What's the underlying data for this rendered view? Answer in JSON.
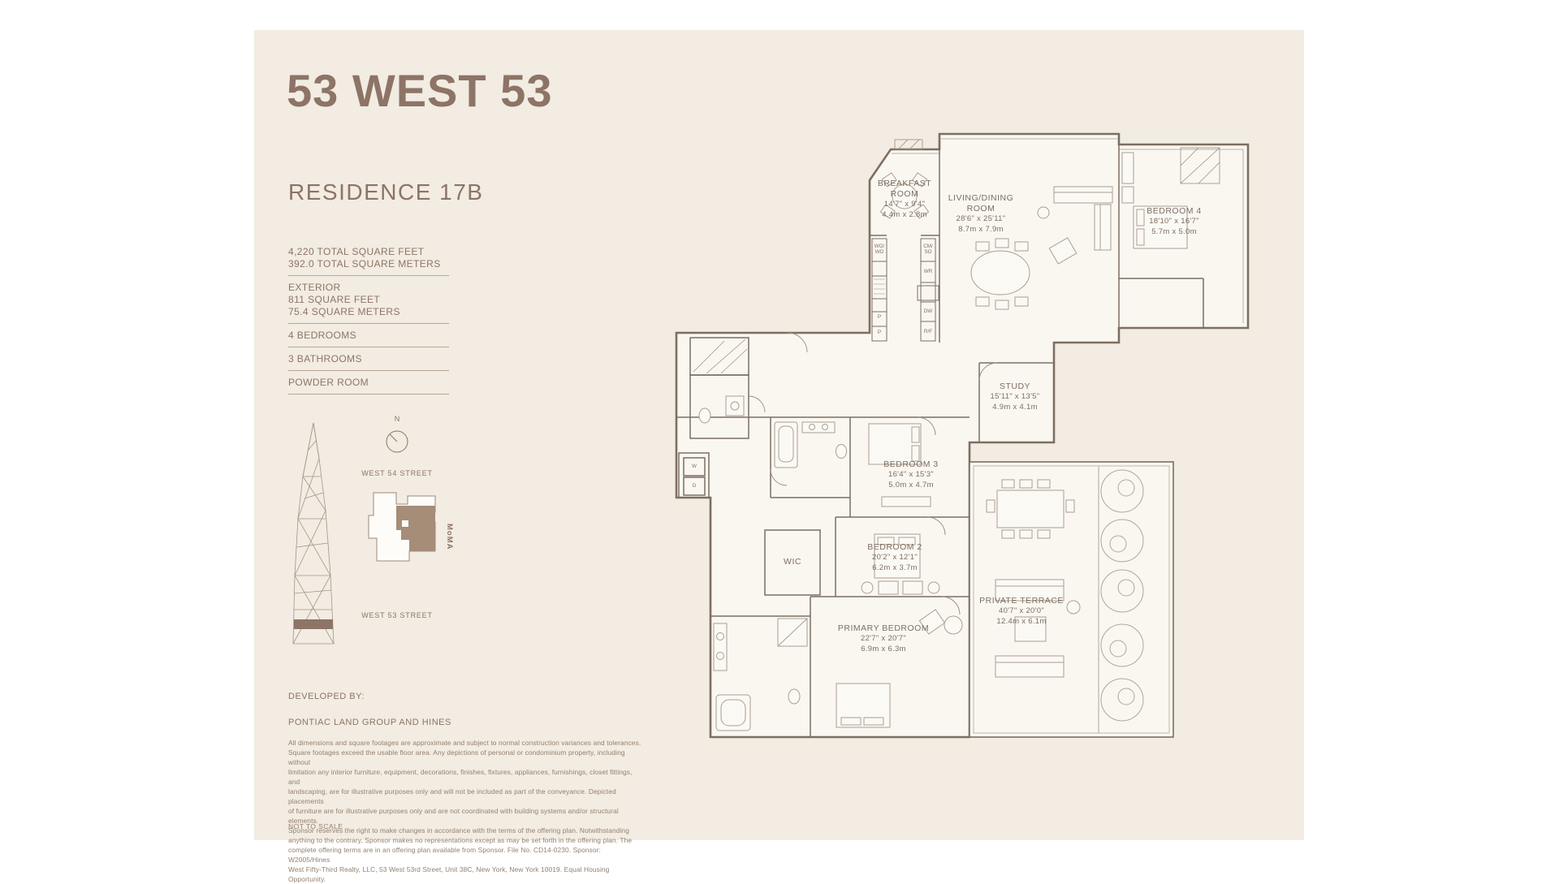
{
  "colors": {
    "page_bg": "#ffffff",
    "sheet_bg": "#f2ece2",
    "brand_brown": "#8d7466",
    "wall_color": "#7d6e61",
    "furniture_color": "#ab9e90",
    "map_unit_fill": "#a58d78"
  },
  "header": {
    "building": "53 WEST 53",
    "residence": "RESIDENCE 17B"
  },
  "stats": {
    "groups": [
      {
        "lines": [
          "4,220 TOTAL SQUARE FEET",
          "392.0 TOTAL SQUARE METERS"
        ]
      },
      {
        "lines": [
          "EXTERIOR",
          "811 SQUARE FEET",
          "75.4 SQUARE METERS"
        ]
      },
      {
        "lines": [
          "4 BEDROOMS"
        ]
      },
      {
        "lines": [
          "3 BATHROOMS"
        ]
      },
      {
        "lines": [
          "POWDER ROOM"
        ]
      }
    ]
  },
  "locator": {
    "compass": "N",
    "street_top": "WEST 54 STREET",
    "street_bottom": "WEST 53 STREET",
    "landmark": "MoMA"
  },
  "developer": {
    "label": "DEVELOPED BY:",
    "name": "PONTIAC LAND GROUP AND HINES"
  },
  "legal": {
    "disclaimer": "All dimensions and square footages are approximate and subject to normal construction variances and tolerances.\nSquare footages exceed the usable floor area. Any depictions of personal or condominium property, including without\nlimitation any interior furniture, equipment, decorations, finishes, fixtures, appliances, furnishings, closet fittings, and\nlandscaping, are for illustrative purposes only and will not be included as part of the conveyance. Depicted placements\nof furniture are for illustrative purposes only and are not coordinated with building systems and/or structural elements.\nSponsor reserves the right to make changes in accordance with the terms of the offering plan. Notwithstanding\nanything to the contrary, Sponsor makes no representations except as may be set forth in the offering plan. The\ncomplete offering terms are in an offering plan available from Sponsor. File No. CD14-0230. Sponsor: W2005/Hines\nWest Fifty-Third Realty, LLC, 53 West 53rd Street, Unit 38C, New York, New York 10019. Equal Housing Opportunity.",
    "scale_note": "NOT TO SCALE"
  },
  "floorplan": {
    "rooms": [
      {
        "name": "BREAKFAST\nROOM",
        "imperial": "14'7\" x 9'4\"",
        "metric": "4.4m x 2.8m"
      },
      {
        "name": "LIVING/DINING\nROOM",
        "imperial": "28'6\" x 25'11\"",
        "metric": "8.7m x 7.9m"
      },
      {
        "name": "BEDROOM 4",
        "imperial": "18'10\" x 16'7\"",
        "metric": "5.7m x 5.0m"
      },
      {
        "name": "STUDY",
        "imperial": "15'11\" x 13'5\"",
        "metric": "4.9m x 4.1m"
      },
      {
        "name": "BEDROOM 3",
        "imperial": "16'4\" x 15'3\"",
        "metric": "5.0m x 4.7m"
      },
      {
        "name": "BEDROOM 2",
        "imperial": "20'2\" x 12'1\"",
        "metric": "6.2m x 3.7m"
      },
      {
        "name": "PRIMARY BEDROOM",
        "imperial": "22'7\" x 20'7\"",
        "metric": "6.9m x 6.3m"
      },
      {
        "name": "PRIVATE TERRACE",
        "imperial": "40'7\" x 20'0\"",
        "metric": "12.4m x 6.1m"
      },
      {
        "name": "WIC"
      }
    ],
    "appliances": {
      "wall_ovens": "WO/\nWO",
      "coffee_speed_oven": "CM/\nSO",
      "wine_ref": "WR",
      "dishwasher": "DW",
      "pantry1": "P",
      "pantry2": "P",
      "fridge": "R/F",
      "washer": "W",
      "dryer": "D"
    }
  }
}
